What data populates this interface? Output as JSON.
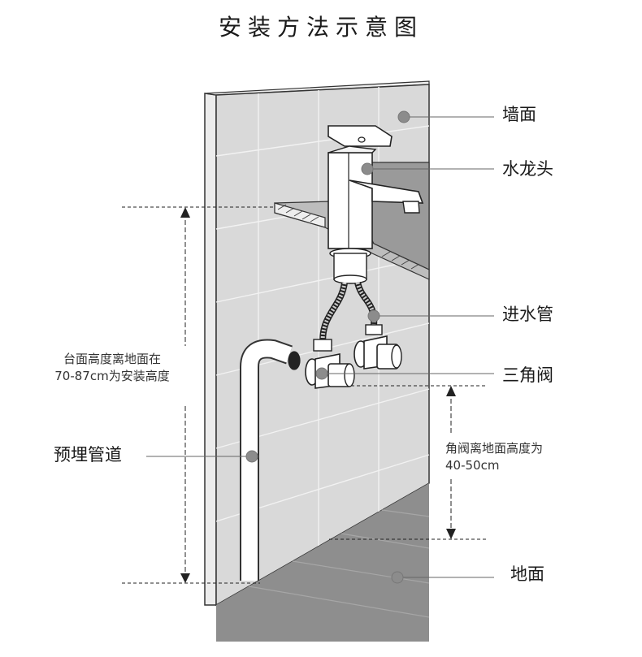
{
  "title": "安装方法示意图",
  "labels": {
    "wall": "墙面",
    "faucet": "水龙头",
    "inlet_pipe": "进水管",
    "angle_valve": "三角阀",
    "embedded_pipe": "预埋管道",
    "floor": "地面"
  },
  "notes": {
    "counter_height": "台面高度离地面在\n70-87cm为安装高度",
    "valve_height": "角阀离地面高度为\n40-50cm"
  },
  "colors": {
    "wall": "#d9d9d9",
    "shelf": "#9a9a9a",
    "floor": "#8e8e8e",
    "marker": "#8c8c8c",
    "line": "#222222"
  }
}
